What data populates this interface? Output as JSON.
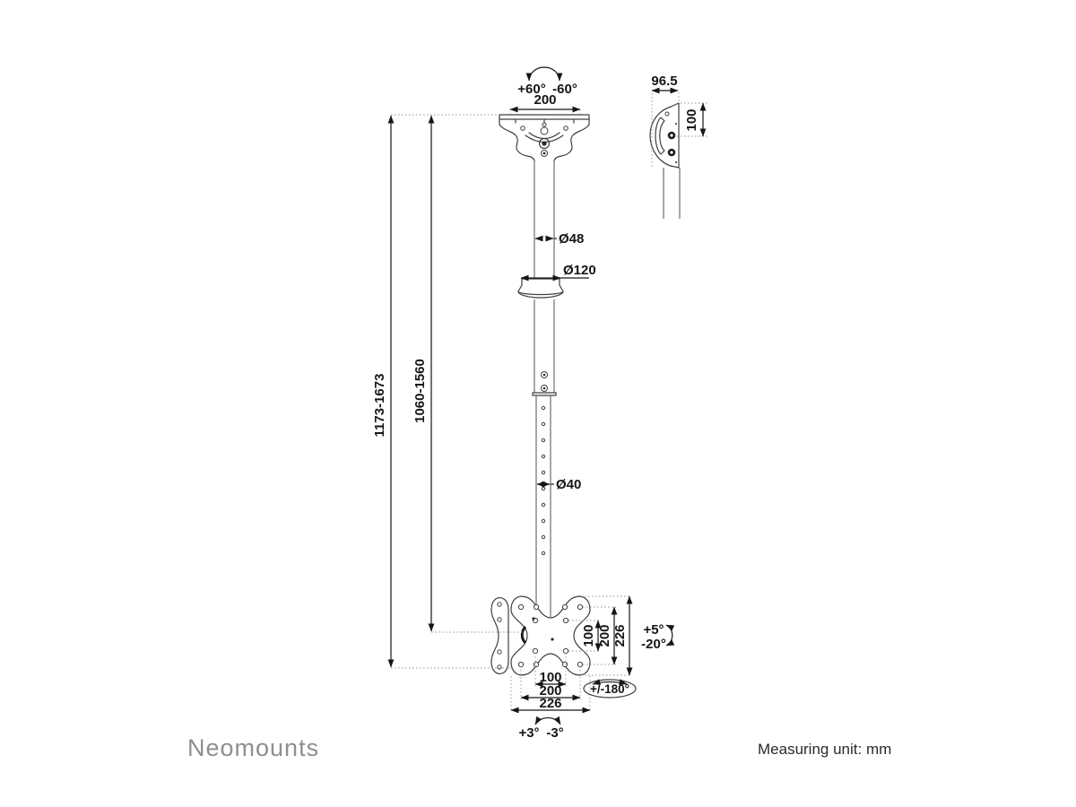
{
  "brand": "Neomounts",
  "note": "Measuring unit: mm",
  "colors": {
    "line": "#3f3f3f",
    "dim": "#161616",
    "tube": "#6f6f6f",
    "ext": "#9a9a9a",
    "brand": "#8e8e8e",
    "note": "#2a2a2a",
    "bg": "#ffffff"
  },
  "labels": {
    "rot_plus": "+60°",
    "rot_minus": "-60°",
    "ceiling_width": "200",
    "side_depth": "96.5",
    "side_height": "100",
    "dia_upper": "Ø48",
    "dia_collar": "Ø120",
    "dia_lower": "Ø40",
    "overall_height": "1173-1673",
    "pole_height": "1060-1560",
    "vesa_v": {
      "inner": "100",
      "outer": "200",
      "plate": "226"
    },
    "vesa_h": {
      "inner": "100",
      "outer": "200",
      "plate": "226"
    },
    "tilt_up": "+5°",
    "tilt_down": "-20°",
    "swivel": "+/-180°",
    "level_plus": "+3°",
    "level_minus": "-3°"
  }
}
